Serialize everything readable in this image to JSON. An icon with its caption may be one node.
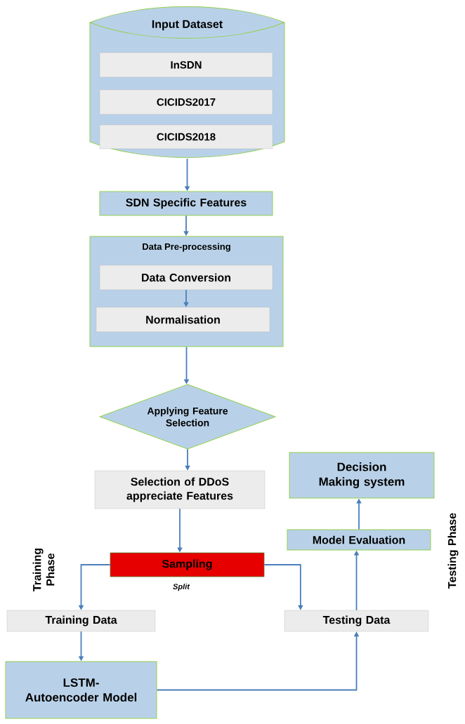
{
  "diagram": {
    "nodes": [
      {
        "text": [
          "Input Dataset"
        ]
      },
      {
        "text": [
          "InSDN"
        ],
        "in": 0
      },
      {
        "text": [
          "CICIDS2017"
        ],
        "in": 0
      },
      {
        "text": [
          "CICIDS2018"
        ],
        "in": 0
      },
      {
        "text": [
          "SDN Specific Features"
        ]
      },
      {
        "text": [
          "Data Pre-processing"
        ]
      },
      {
        "text": [
          "Data Conversion"
        ],
        "in": 5
      },
      {
        "text": [
          "Normalisation"
        ],
        "in": 5
      },
      {
        "text": [
          "Applying Feature Selection"
        ]
      },
      {
        "text": [
          "Selection of DDoS appreciate Features"
        ]
      },
      {
        "text": [
          "Sampling"
        ],
        "beside": [
          "Split"
        ]
      },
      {
        "text": [
          "Training Data"
        ]
      },
      {
        "text": [
          "Testing Data"
        ]
      },
      {
        "text": [
          "LSTM-Autoencoder Model"
        ]
      },
      {
        "text": [
          "Model Evaluation"
        ]
      },
      {
        "text": [
          "Decision Making system"
        ]
      }
    ],
    "edges": [
      {
        "from": 0,
        "to": 4,
        "arrow": "to"
      },
      {
        "from": 4,
        "to": 5,
        "arrow": "to"
      },
      {
        "from": 6,
        "to": 7,
        "arrow": "to"
      },
      {
        "from": 5,
        "to": 8,
        "arrow": "to"
      },
      {
        "from": 8,
        "to": 9,
        "arrow": "to"
      },
      {
        "from": 9,
        "to": 10,
        "arrow": "to"
      },
      {
        "from": 10,
        "to": 11,
        "arrow": "to"
      },
      {
        "from": 10,
        "to": 12,
        "arrow": "to"
      },
      {
        "from": 11,
        "to": 13,
        "arrow": "to"
      },
      {
        "from": 13,
        "to": 12,
        "arrow": "to"
      },
      {
        "from": 12,
        "to": 14,
        "arrow": "to"
      },
      {
        "from": 14,
        "to": 15,
        "arrow": "to"
      }
    ],
    "labels": [
      "Training Phase",
      "Testing Phase"
    ]
  }
}
